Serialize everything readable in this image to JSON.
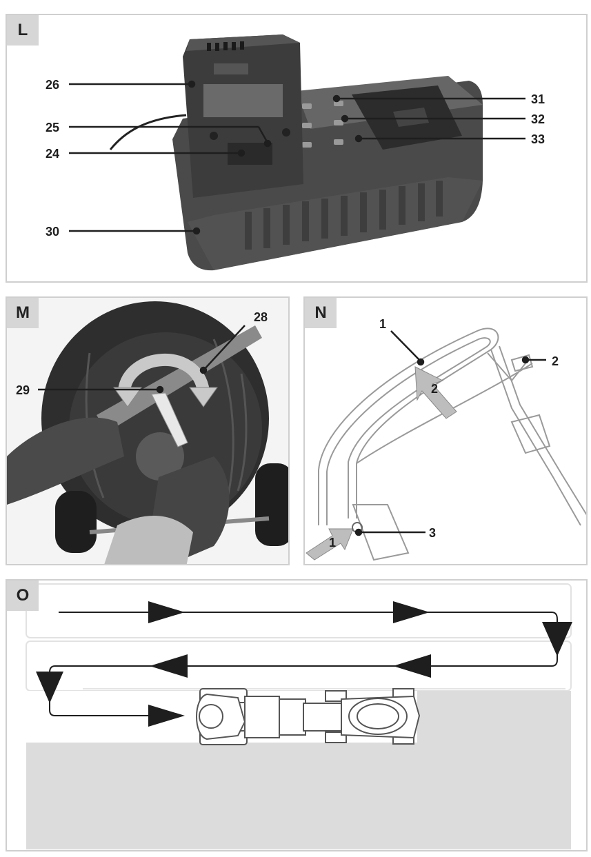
{
  "panels": {
    "L": {
      "label": "L",
      "callouts": {
        "c26": "26",
        "c25": "25",
        "c24": "24",
        "c30": "30",
        "c31": "31",
        "c32": "32",
        "c33": "33"
      }
    },
    "M": {
      "label": "M",
      "callouts": {
        "c28": "28",
        "c29": "29"
      }
    },
    "N": {
      "label": "N",
      "callouts": {
        "c1": "1",
        "c2": "2",
        "c3": "3"
      },
      "arrow_labels": {
        "a1": "1",
        "a2": "2"
      }
    },
    "O": {
      "label": "O"
    }
  },
  "colors": {
    "frame": "#cfcfcf",
    "tag_bg": "#d6d6d6",
    "ink": "#1e1e1e",
    "charger_dark": "#3c3c3c",
    "charger_mid": "#5a5a5a",
    "glove": "#4a4a4a",
    "arrow_fill": "#bdbdbd",
    "lawn_grey": "#dcdcdc"
  }
}
